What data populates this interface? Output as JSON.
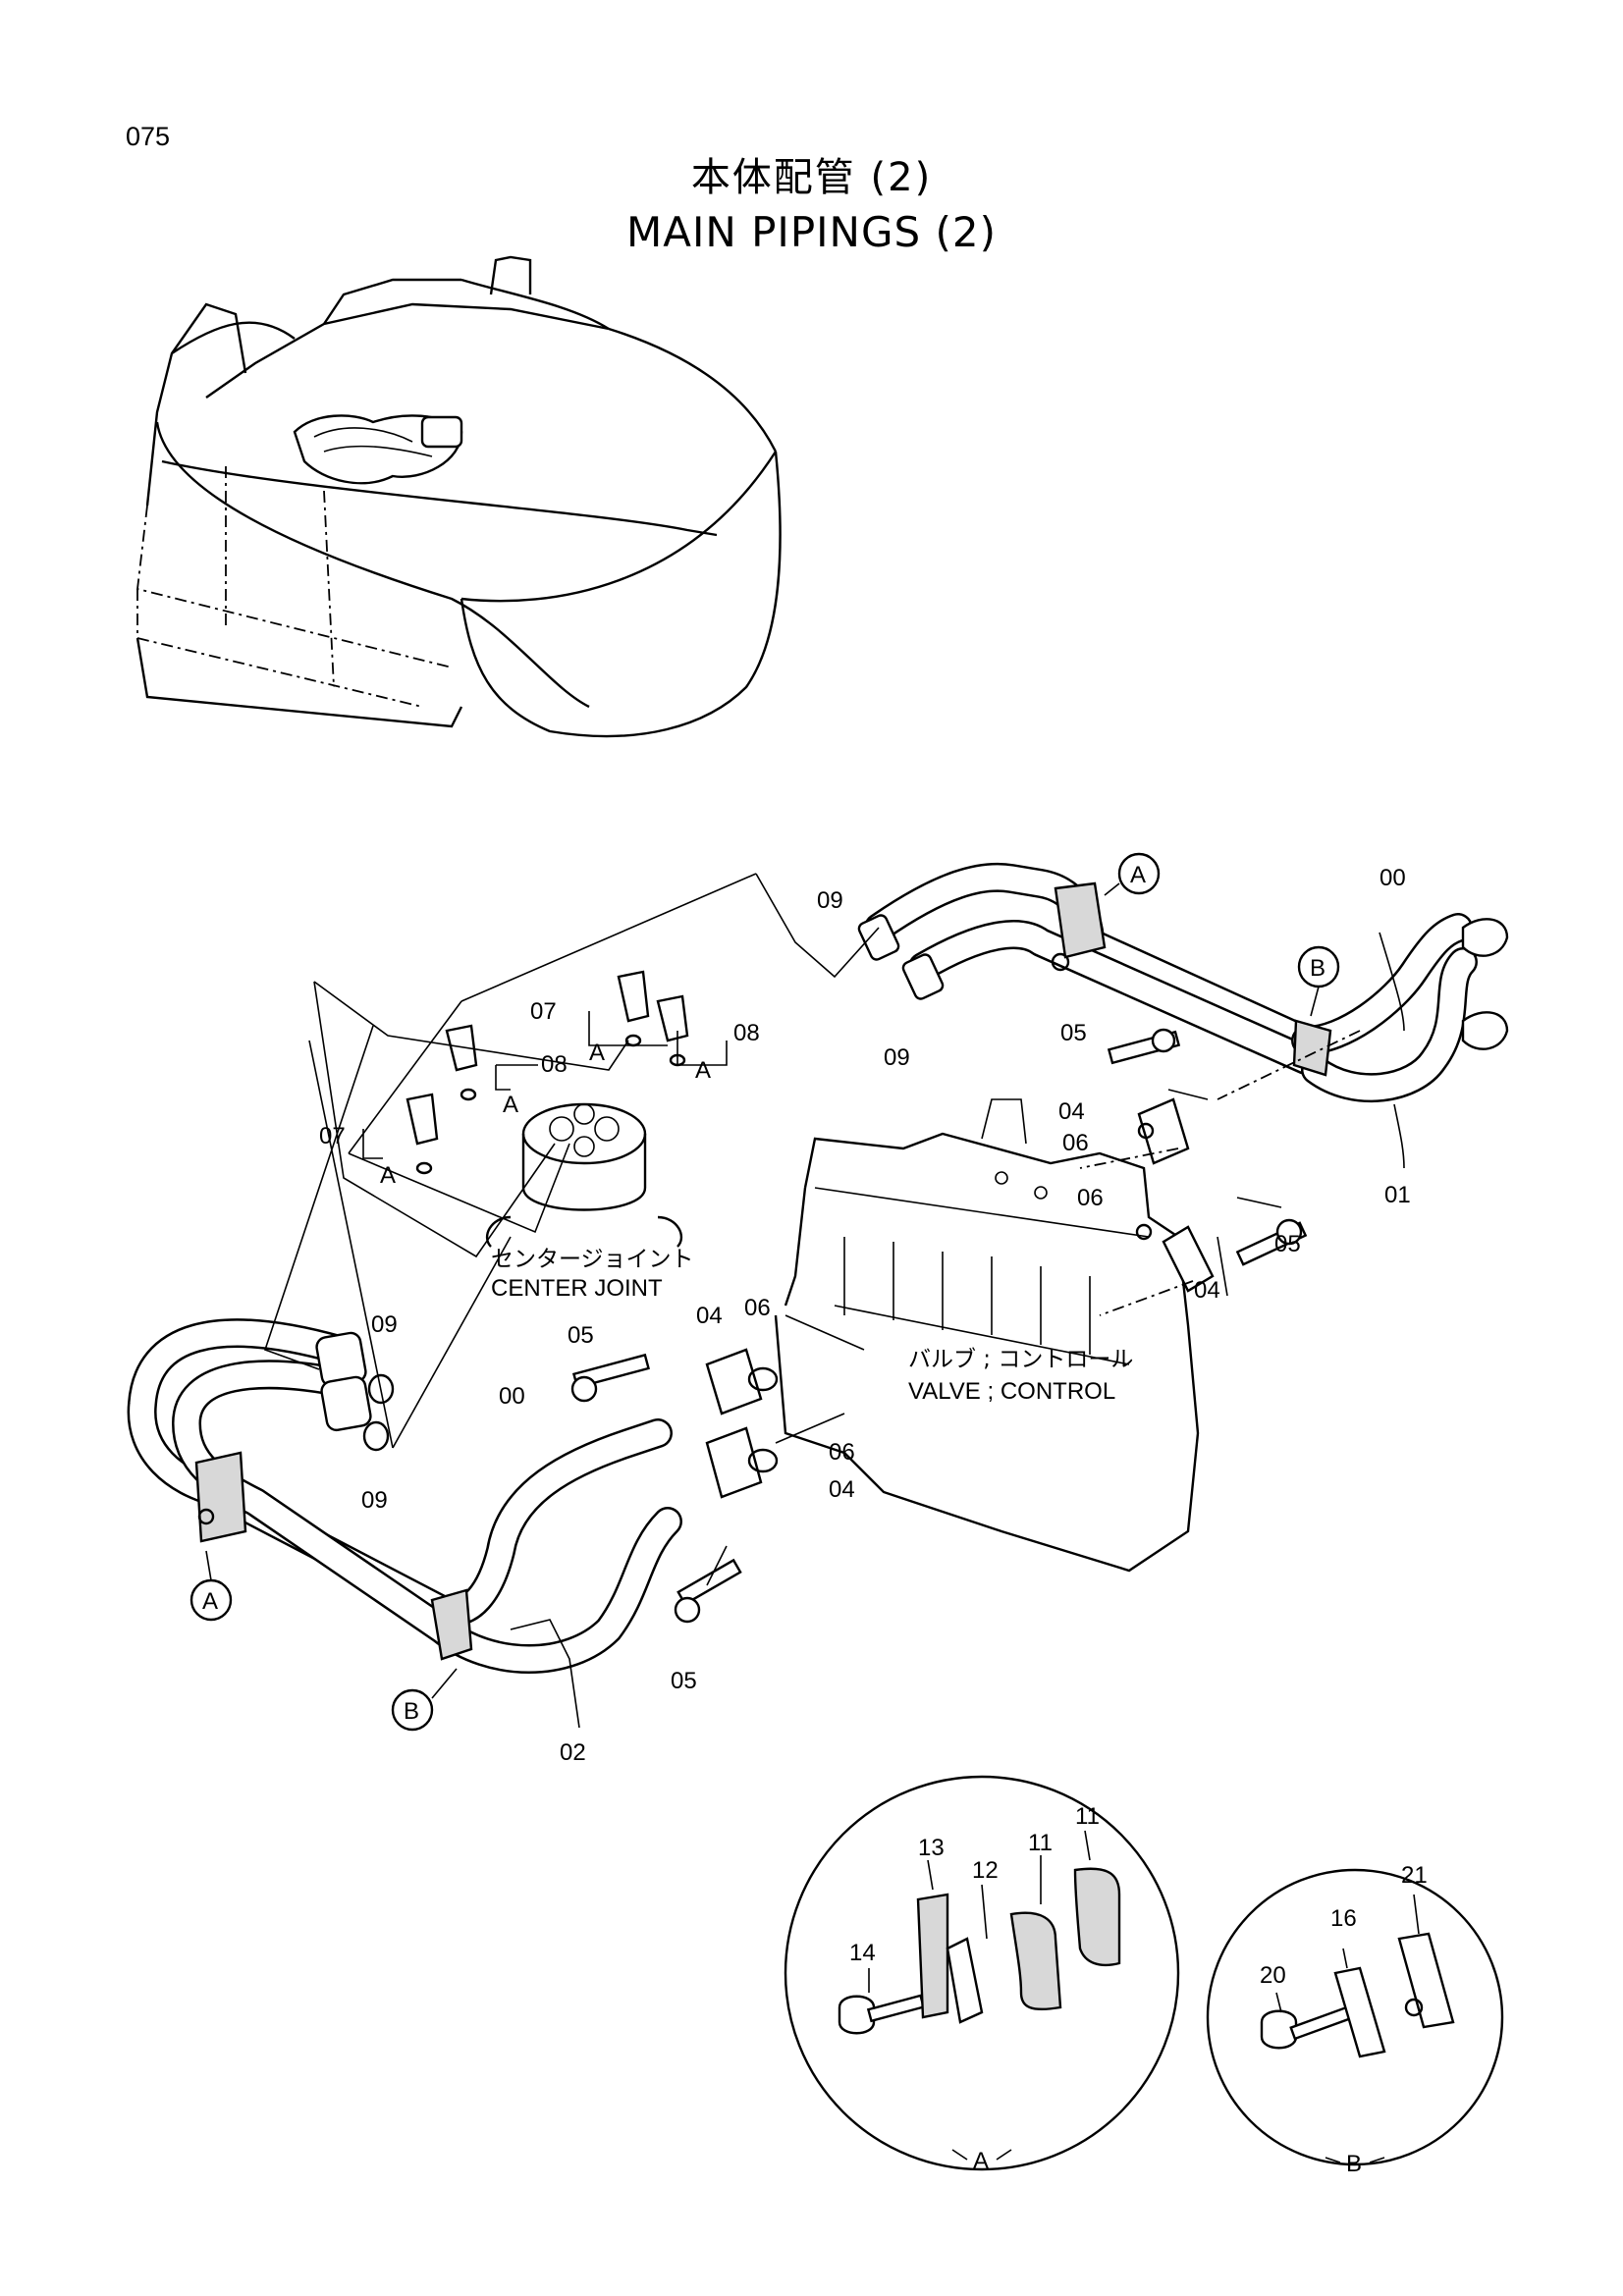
{
  "page_number": "075",
  "title_jp": "本体配管 (2)",
  "title_en": "MAIN PIPINGS (2)",
  "component_labels": {
    "center_joint_jp": "センタージョイント",
    "center_joint_en": "CENTER JOINT",
    "valve_jp": "バルブ ; コントロール",
    "valve_en": "VALVE ; CONTROL"
  },
  "view_markers": {
    "a": "A",
    "b": "B"
  },
  "callouts": [
    {
      "text": "00"
    },
    {
      "text": "01"
    },
    {
      "text": "09"
    },
    {
      "text": "09"
    },
    {
      "text": "05"
    },
    {
      "text": "04"
    },
    {
      "text": "06"
    },
    {
      "text": "06"
    },
    {
      "text": "04"
    },
    {
      "text": "05"
    },
    {
      "text": "07"
    },
    {
      "text": "08"
    },
    {
      "text": "08"
    },
    {
      "text": "07"
    },
    {
      "text": "09"
    },
    {
      "text": "09"
    },
    {
      "text": "05"
    },
    {
      "text": "04"
    },
    {
      "text": "06"
    },
    {
      "text": "00"
    },
    {
      "text": "06"
    },
    {
      "text": "04"
    },
    {
      "text": "05"
    },
    {
      "text": "02"
    },
    {
      "text": "07"
    },
    {
      "text": "08"
    }
  ],
  "detail_a": {
    "label": "A",
    "parts": [
      {
        "text": "14"
      },
      {
        "text": "13"
      },
      {
        "text": "12"
      },
      {
        "text": "11"
      },
      {
        "text": "11"
      }
    ]
  },
  "detail_b": {
    "label": "B",
    "parts": [
      {
        "text": "20"
      },
      {
        "text": "16"
      },
      {
        "text": "21"
      }
    ]
  }
}
